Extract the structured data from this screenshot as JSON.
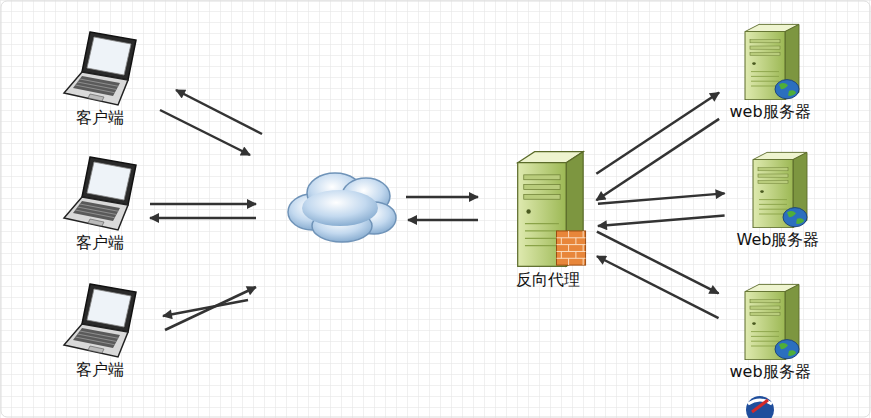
{
  "diagram": {
    "nodes": [
      {
        "text": [
          "客户端"
        ]
      },
      {
        "text": [
          "客户端"
        ]
      },
      {
        "text": [
          "客户端"
        ]
      },
      {
        "text": [
          "反向代理"
        ]
      },
      {
        "text": [
          "web服务器"
        ]
      },
      {
        "text": [
          "Web服务器"
        ]
      },
      {
        "text": [
          "web服务器"
        ]
      }
    ],
    "edges": [
      {
        "from": 3,
        "to": 4,
        "arrow": "to"
      },
      {
        "from": 4,
        "to": 3,
        "arrow": "to"
      },
      {
        "from": 3,
        "to": 5,
        "arrow": "to"
      },
      {
        "from": 5,
        "to": 3,
        "arrow": "to"
      },
      {
        "from": 3,
        "to": 6,
        "arrow": "to"
      },
      {
        "from": 6,
        "to": 3,
        "arrow": "to"
      }
    ]
  }
}
